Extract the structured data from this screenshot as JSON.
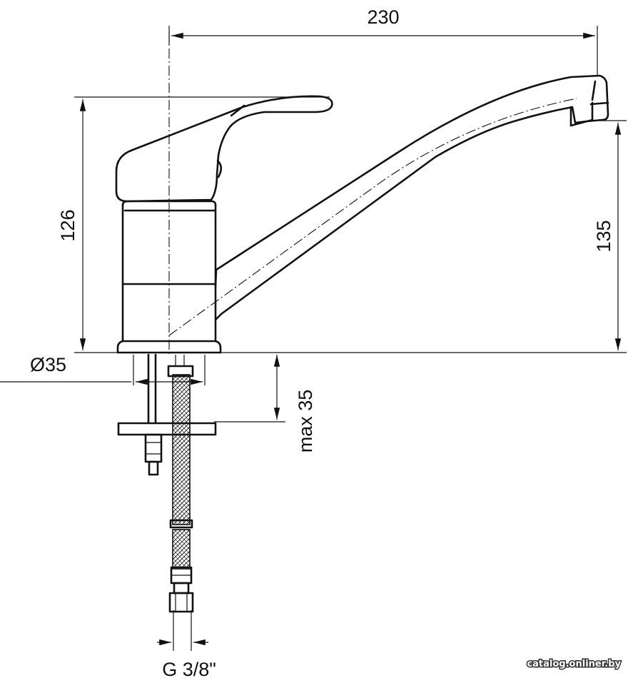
{
  "drawing": {
    "subject": "single-lever kitchen faucet with swivel spout",
    "dimensions": {
      "spout_reach": "230",
      "body_height": "126",
      "spout_height": "135",
      "base_diameter": "Ø35",
      "max_counter_thickness": "max 35",
      "connection_thread": "G 3/8\""
    },
    "watermark": "catalog.onliner.by"
  }
}
